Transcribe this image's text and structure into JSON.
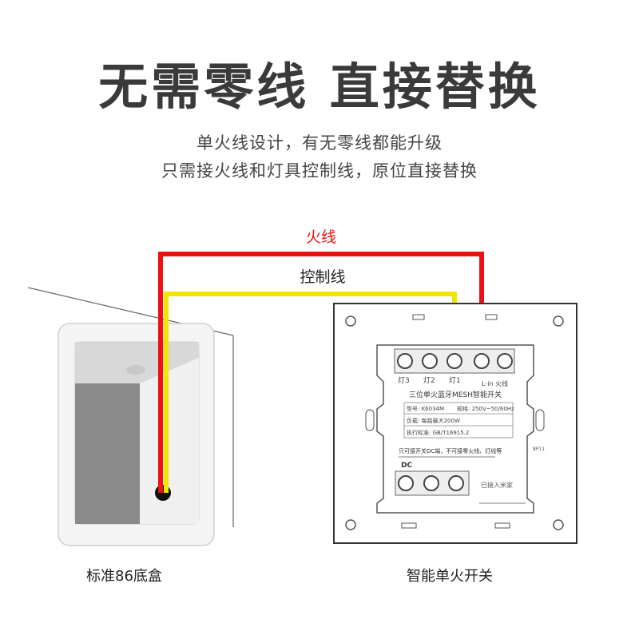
{
  "headline": "无需零线 直接替换",
  "subtitle_line1": "单火线设计，有无零线都能升级",
  "subtitle_line2": "只需接火线和灯具控制线，原位直接替换",
  "wires": {
    "live_label": "火线",
    "control_label": "控制线",
    "live_color": "#ee1111",
    "control_color": "#f2e600"
  },
  "box_caption": "标准86底盒",
  "switch_caption": "智能单火开关",
  "switch_back": {
    "terminal_labels": [
      "灯3",
      "灯2",
      "灯1",
      "L-in 火线"
    ],
    "product_title": "三位单火蓝牙MESH智能开关",
    "model_label": "型号: K6034M",
    "rating_label": "规格: 250V~50/60Hz",
    "load_label": "负载: 每路最大200W",
    "standard_label": "执行标准: GB/T16915.2",
    "dc_note": "只可接开关DC端，不可接零火线、灯线等",
    "dc_label": "DC",
    "brand_note": "已接入米家",
    "side_mark": "8P11"
  }
}
